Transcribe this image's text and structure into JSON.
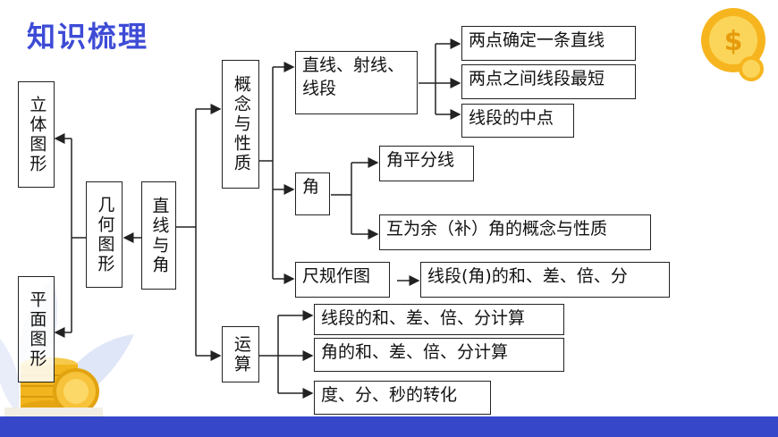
{
  "title": "知识梳理",
  "nodes": {
    "solid": "立体图形",
    "plane": "平面图形",
    "geometry": "几何图形",
    "line_angle": "直线与角",
    "concept": "概念与性质",
    "operation": "运算",
    "lines_group": "直线、射线、线段",
    "two_points_line": "两点确定一条直线",
    "shortest": "两点之间线段最短",
    "midpoint": "线段的中点",
    "angle": "角",
    "bisector": "角平分线",
    "complement": "互为余（补）角的概念与性质",
    "construction": "尺规作图",
    "construct_ops": "线段(角)的和、差、倍、分",
    "seg_calc": "线段的和、差、倍、分计算",
    "angle_calc": "角的和、差、倍、分计算",
    "unit_conv": "度、分、秒的转化"
  },
  "colors": {
    "accent": "#3d4bd6",
    "bar": "#3647c9",
    "coin": "#f5b81c",
    "leaf": "#e6ecf9"
  }
}
